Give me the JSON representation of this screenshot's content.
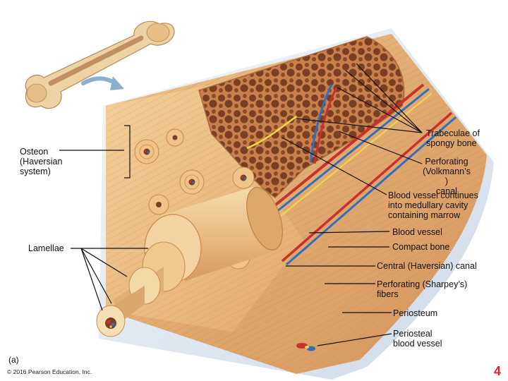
{
  "labels": {
    "osteon": "Osteon\n(Haversian\nsystem)",
    "lamellae": "Lamellae",
    "trabeculae": "Trabeculae of\nspongy bone",
    "perforating_volkmann": "Perforating\n(Volkmann’s\n)\ncanal",
    "blood_vessel_continues": "Blood vessel continues\ninto medullary cavity\ncontaining marrow",
    "blood_vessel": "Blood vessel",
    "compact_bone": "Compact bone",
    "central_canal": "Central (Haversian) canal",
    "perforating_sharpey": "Perforating (Sharpey’s)\nfibers",
    "periosteum": "Periosteum",
    "periosteal_blood_vessel": "Periosteal\nblood vessel"
  },
  "caption": "(a)",
  "copyright": "© 2016 Pearson Education, Inc.",
  "page_number": "4",
  "colors": {
    "bone": "#e0a868",
    "bone_light": "#f0cd98",
    "spongy": "#d98a50",
    "artery": "#c8322a",
    "vein": "#2f6fc0",
    "nerve": "#f0d84a",
    "periosteum": "#dde6f0",
    "page_number": "#e0262a"
  }
}
